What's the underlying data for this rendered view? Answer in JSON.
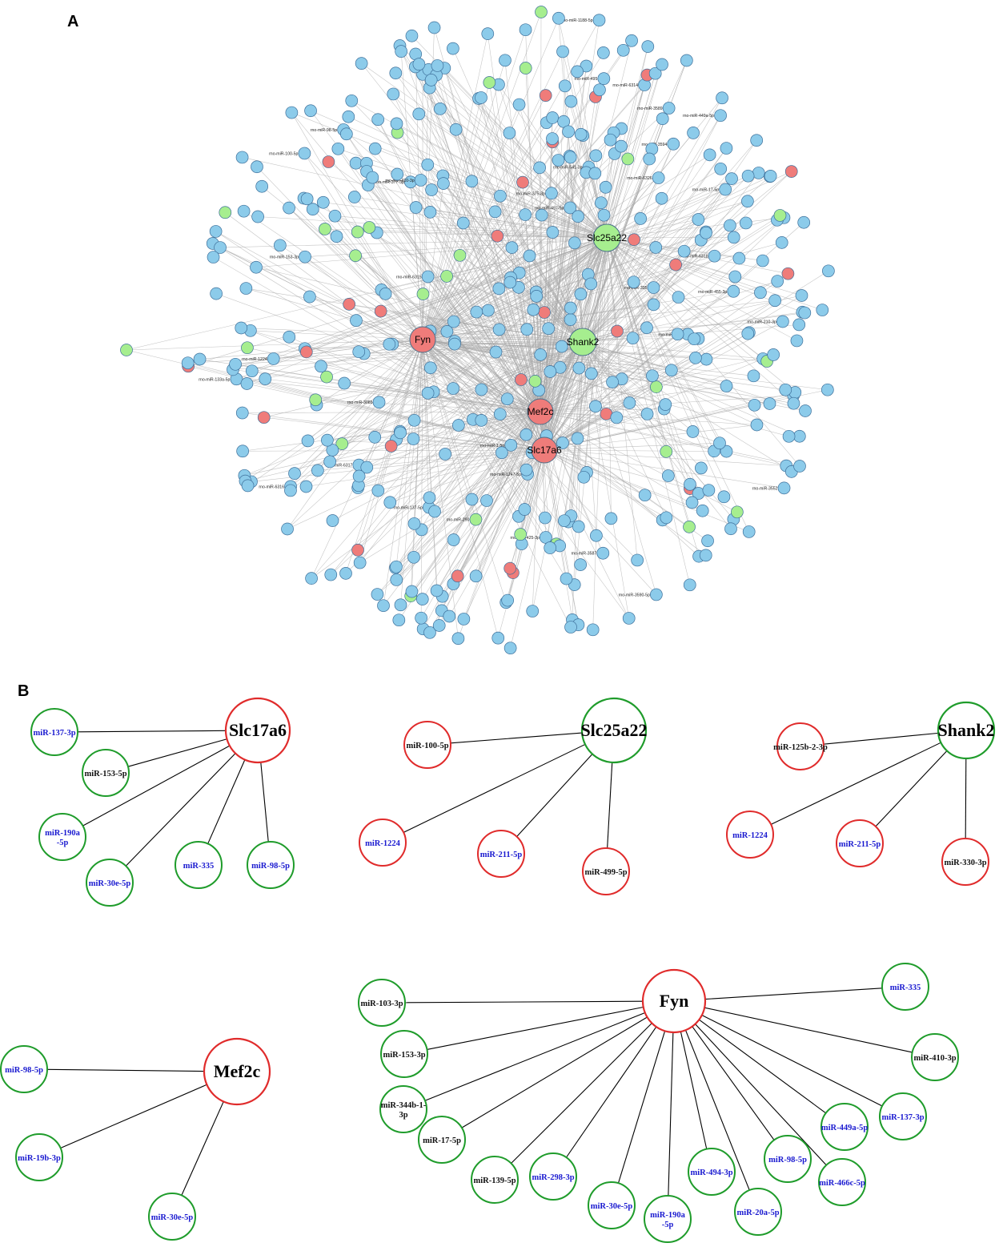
{
  "colors": {
    "down_regulated": "#e02b2b",
    "up_regulated": "#1f9c2b",
    "node_fill_blue": "#8ccbea",
    "node_fill_red": "#ef7c7a",
    "node_fill_green": "#a6ee8f",
    "edge_gray": "#a8a8a8",
    "label_blue": "#1a1ad0",
    "label_black": "#111111"
  },
  "panel_a": {
    "letter": "A",
    "hubs": [
      {
        "id": "fyn",
        "label": "Fyn",
        "color": "red"
      },
      {
        "id": "slc25a22",
        "label": "Slc25a22",
        "color": "green"
      },
      {
        "id": "shank2",
        "label": "Shank2",
        "color": "green"
      },
      {
        "id": "mef2c",
        "label": "Mef2c",
        "color": "red"
      },
      {
        "id": "slc17a6",
        "label": "Slc17a6",
        "color": "red"
      }
    ],
    "sample_node_labels": [
      "rno-miR-377-3p",
      "rno-miR-210-3p",
      "rno-miR-3590-5p",
      "rno-miR-6314",
      "rno-miR-375-3p",
      "rno-miR-1247-5p",
      "rno-miR-449a-5p",
      "rno-miR-133a-5p",
      "rno-miR-290",
      "rno-miR-6326",
      "rno-miR-497-5p",
      "rno-miR-137-5p",
      "rno-miR-455-3p",
      "rno-miR-425-3p",
      "rno-miR-541-3p",
      "rno-miR-3589",
      "rno-miR-6315",
      "rno-miR-6316",
      "rno-miR-6317",
      "rno-miR-6318",
      "rno-miR-1-5p",
      "rno-miR-665",
      "rno-miR-3085",
      "rno-miR-1224",
      "rno-miR-100-5p",
      "rno-miR-153-3p",
      "rno-miR-410-3p",
      "rno-miR-335",
      "rno-miR-17-5p",
      "rno-miR-98-5p",
      "rno-miR-495",
      "rno-miR-1188-5p",
      "rno-miR-3587",
      "rno-miR-3594",
      "rno-miR-3552"
    ]
  },
  "panel_b": {
    "letter": "B",
    "subnetworks": [
      {
        "hub": "Slc17a6",
        "hub_color": "red",
        "mirnas": [
          {
            "label": "miR-137-3p",
            "ring": "green",
            "text": "blue"
          },
          {
            "label": "miR-153-5p",
            "ring": "green",
            "text": "black"
          },
          {
            "label": "miR-190a-5p",
            "ring": "green",
            "text": "blue",
            "lines": [
              "miR-190a",
              "-5p"
            ]
          },
          {
            "label": "miR-30e-5p",
            "ring": "green",
            "text": "blue"
          },
          {
            "label": "miR-335",
            "ring": "green",
            "text": "blue"
          },
          {
            "label": "miR-98-5p",
            "ring": "green",
            "text": "blue"
          }
        ]
      },
      {
        "hub": "Slc25a22",
        "hub_color": "green",
        "mirnas": [
          {
            "label": "miR-100-5p",
            "ring": "red",
            "text": "black"
          },
          {
            "label": "miR-1224",
            "ring": "red",
            "text": "blue"
          },
          {
            "label": "miR-211-5p",
            "ring": "red",
            "text": "blue"
          },
          {
            "label": "miR-499-5p",
            "ring": "red",
            "text": "black"
          }
        ]
      },
      {
        "hub": "Shank2",
        "hub_color": "green",
        "mirnas": [
          {
            "label": "miR-125b-2-3p",
            "ring": "red",
            "text": "black"
          },
          {
            "label": "miR-1224",
            "ring": "red",
            "text": "blue"
          },
          {
            "label": "miR-211-5p",
            "ring": "red",
            "text": "blue"
          },
          {
            "label": "miR-330-3p",
            "ring": "red",
            "text": "black"
          }
        ]
      },
      {
        "hub": "Mef2c",
        "hub_color": "red",
        "mirnas": [
          {
            "label": "miR-98-5p",
            "ring": "green",
            "text": "blue"
          },
          {
            "label": "miR-19b-3p",
            "ring": "green",
            "text": "blue"
          },
          {
            "label": "miR-30e-5p",
            "ring": "green",
            "text": "blue"
          }
        ]
      },
      {
        "hub": "Fyn",
        "hub_color": "red",
        "mirnas": [
          {
            "label": "miR-103-3p",
            "ring": "green",
            "text": "black"
          },
          {
            "label": "miR-153-3p",
            "ring": "green",
            "text": "black"
          },
          {
            "label": "miR-344b-1-3p",
            "ring": "green",
            "text": "black",
            "lines": [
              "miR-344b-1-",
              "3p"
            ]
          },
          {
            "label": "miR-17-5p",
            "ring": "green",
            "text": "black"
          },
          {
            "label": "miR-139-5p",
            "ring": "green",
            "text": "black"
          },
          {
            "label": "miR-298-3p",
            "ring": "green",
            "text": "blue"
          },
          {
            "label": "miR-30e-5p",
            "ring": "green",
            "text": "blue"
          },
          {
            "label": "miR-190a-5p",
            "ring": "green",
            "text": "blue",
            "lines": [
              "miR-190a",
              "-5p"
            ]
          },
          {
            "label": "miR-494-3p",
            "ring": "green",
            "text": "blue"
          },
          {
            "label": "miR-20a-5p",
            "ring": "green",
            "text": "blue"
          },
          {
            "label": "miR-98-5p",
            "ring": "green",
            "text": "blue"
          },
          {
            "label": "miR-466c-5p",
            "ring": "green",
            "text": "blue"
          },
          {
            "label": "miR-449a-5p",
            "ring": "green",
            "text": "blue"
          },
          {
            "label": "miR-137-3p",
            "ring": "green",
            "text": "blue"
          },
          {
            "label": "miR-410-3p",
            "ring": "green",
            "text": "black"
          },
          {
            "label": "miR-335",
            "ring": "green",
            "text": "blue"
          }
        ]
      }
    ]
  }
}
